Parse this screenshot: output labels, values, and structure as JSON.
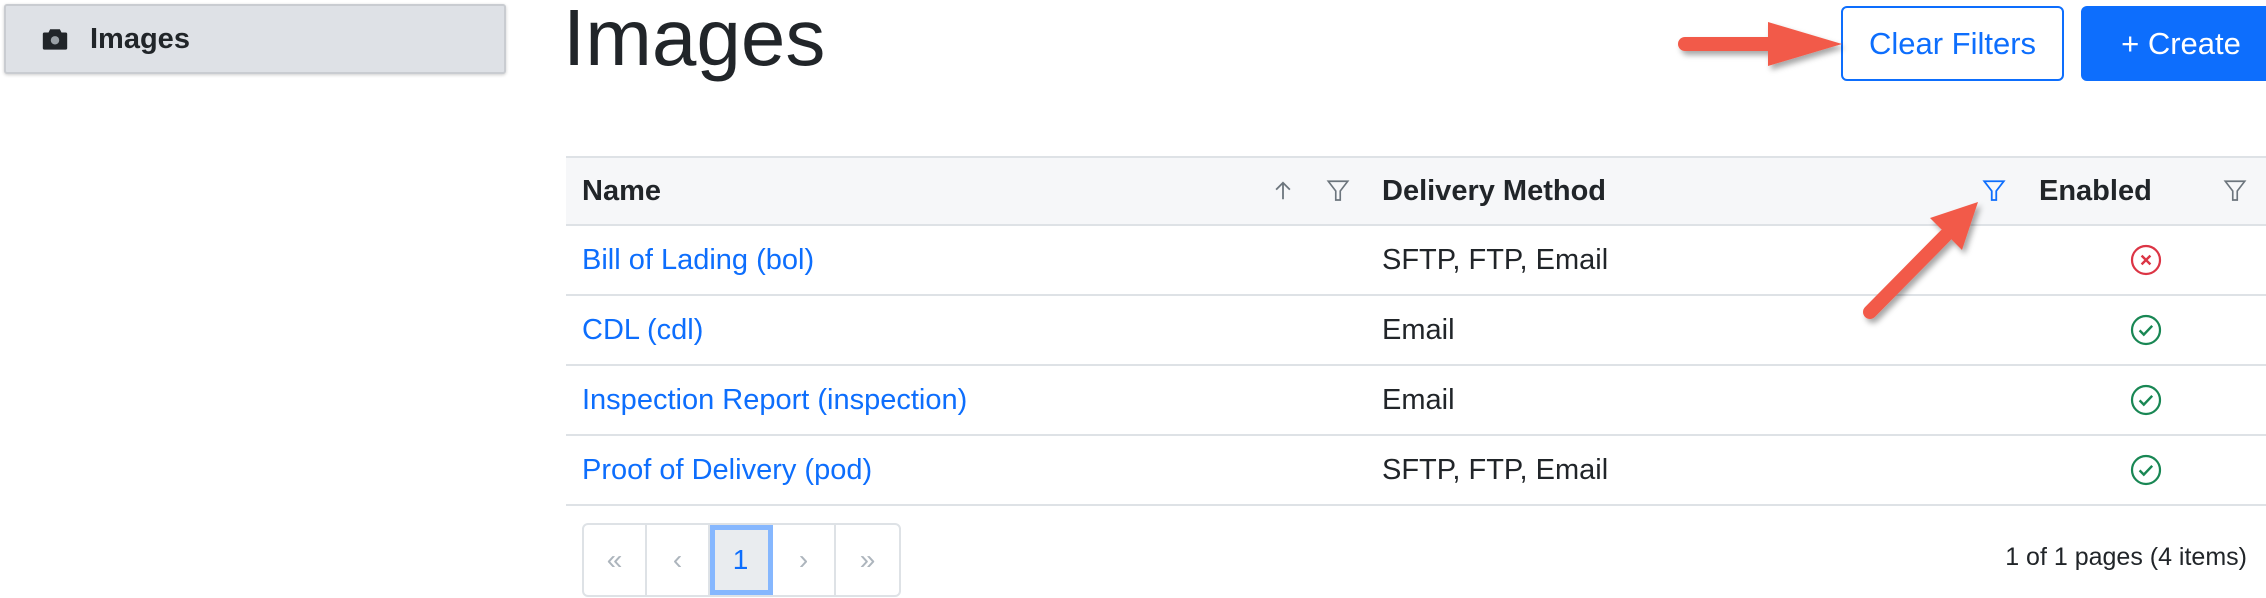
{
  "sidebar": {
    "items": [
      {
        "label": "Images",
        "icon": "camera-icon"
      }
    ]
  },
  "header": {
    "title": "Images",
    "clear_filters": "Clear Filters",
    "create": "+ Create"
  },
  "table": {
    "columns": [
      {
        "label": "Name",
        "sortable": true,
        "sort": "ascending",
        "filter_active": false
      },
      {
        "label": "Delivery Method",
        "filter_active": true
      },
      {
        "label": "Enabled",
        "filter_active": false
      }
    ],
    "rows": [
      {
        "name": "Bill of Lading (bol)",
        "delivery": "SFTP, FTP, Email",
        "enabled": false
      },
      {
        "name": "CDL (cdl)",
        "delivery": "Email",
        "enabled": true
      },
      {
        "name": "Inspection Report (inspection)",
        "delivery": "Email",
        "enabled": true
      },
      {
        "name": "Proof of Delivery (pod)",
        "delivery": "SFTP, FTP, Email",
        "enabled": true
      }
    ]
  },
  "pagination": {
    "first": "«",
    "prev": "‹",
    "current": "1",
    "next": "›",
    "last": "»",
    "info": "1 of 1 pages (4 items)"
  },
  "colors": {
    "primary": "#0d6efd",
    "success": "#198754",
    "danger": "#dc3545",
    "annotation": "#f25a48"
  }
}
